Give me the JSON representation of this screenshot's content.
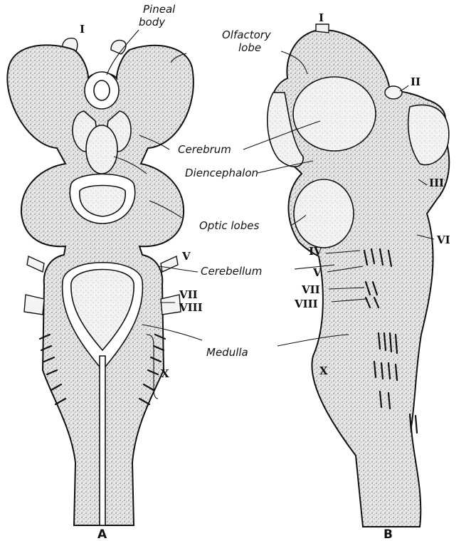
{
  "figure": {
    "panels": [
      {
        "id": "A",
        "label": "A"
      },
      {
        "id": "B",
        "label": "B"
      }
    ],
    "labels": {
      "pineal_line1": "Pineal",
      "pineal_line2": "body",
      "olfactory_line1": "Olfactory",
      "olfactory_line2": "lobe",
      "cerebrum": "Cerebrum",
      "diencephalon": "Diencephalon",
      "optic_lobes": "Optic lobes",
      "cerebellum": "Cerebellum",
      "medulla": "Medulla"
    },
    "nerves_a": {
      "I": "I",
      "V": "V",
      "VII": "VII",
      "VIII": "VIII",
      "X": "X"
    },
    "nerves_b": {
      "I": "I",
      "II": "II",
      "III": "III",
      "IV": "IV",
      "V": "V",
      "VI": "VI",
      "VII": "VII",
      "VIII": "VIII",
      "X": "X"
    },
    "colors": {
      "ink": "#111111",
      "paper": "#ffffff",
      "stipple": "#bdbdbd"
    }
  }
}
